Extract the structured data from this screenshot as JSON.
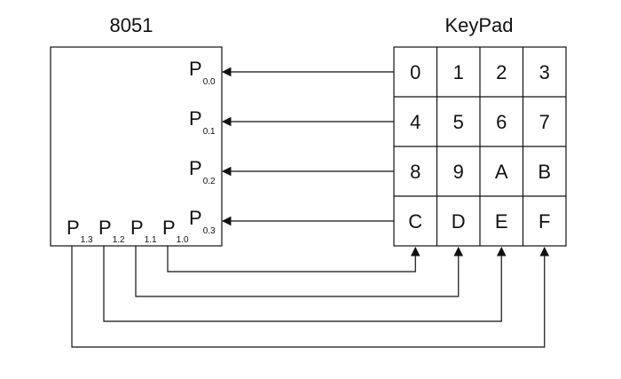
{
  "titles": {
    "mcu": "8051",
    "keypad": "KeyPad"
  },
  "port_letter": "P",
  "keypad": {
    "rows": [
      [
        "0",
        "1",
        "2",
        "3"
      ],
      [
        "4",
        "5",
        "6",
        "7"
      ],
      [
        "8",
        "9",
        "A",
        "B"
      ],
      [
        "C",
        "D",
        "E",
        "F"
      ]
    ]
  },
  "right_pins": [
    "0.0",
    "0.1",
    "0.2",
    "0.3"
  ],
  "bottom_pins": [
    "1.3",
    "1.2",
    "1.1",
    "1.0"
  ]
}
